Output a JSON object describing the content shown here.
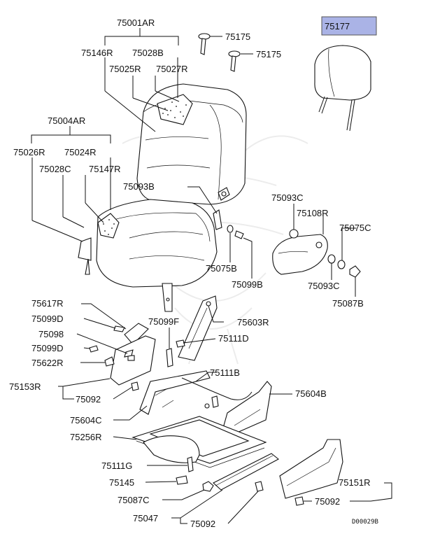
{
  "diagram": {
    "highlight_color": "#aab3e6",
    "labels": {
      "l75001AR": "75001AR",
      "l75146R": "75146R",
      "l75028B": "75028B",
      "l75025R": "75025R",
      "l75027R": "75027R",
      "l75175a": "75175",
      "l75175b": "75175",
      "l75177": "75177",
      "l75004AR": "75004AR",
      "l75026R": "75026R",
      "l75024R": "75024R",
      "l75028C": "75028C",
      "l75147R": "75147R",
      "l75093B": "75093B",
      "l75093Ca": "75093C",
      "l75108R": "75108R",
      "l75075C": "75075C",
      "l75075B": "75075B",
      "l75099B": "75099B",
      "l75093Cb": "75093C",
      "l75087B": "75087B",
      "l75617R": "75617R",
      "l75099Da": "75099D",
      "l75098": "75098",
      "l75099Db": "75099D",
      "l75622R": "75622R",
      "l75099F": "75099F",
      "l75603R": "75603R",
      "l75111D": "75111D",
      "l75111B": "75111B",
      "l75153R": "75153R",
      "l75092a": "75092",
      "l75604B": "75604B",
      "l75604C": "75604C",
      "l75256R": "75256R",
      "l75111G": "75111G",
      "l75145": "75145",
      "l75087C": "75087C",
      "l75047": "75047",
      "l75092b": "75092",
      "l75151R": "75151R",
      "l75092c": "75092",
      "drawing_ref": "D00029B"
    }
  }
}
